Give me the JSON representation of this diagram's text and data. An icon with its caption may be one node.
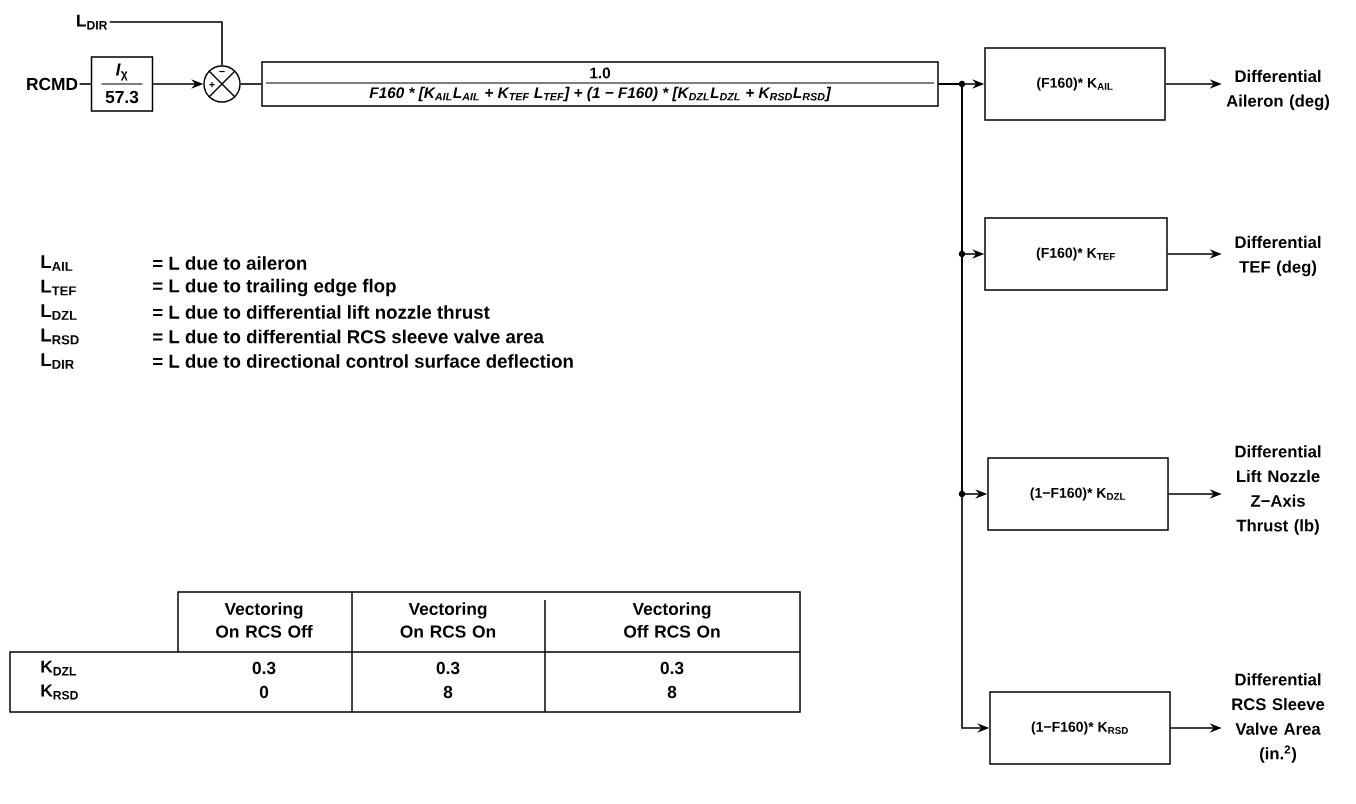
{
  "diagram": {
    "nodes": [
      {
        "text": [
          "RCMD"
        ]
      },
      {
        "text": [
          "*I*$_{χ}$",
          "57.3"
        ]
      },
      {
        "text": [
          "L$_{DIR}$"
        ]
      },
      {
        "text": [
          "+",
          "−"
        ]
      },
      {
        "text": [
          "1.0",
          "F160 * [K$_{AIL}$L$_{AIL}$ + K$_{TEF}$ L$_{TEF}$] + (1 − F160) * [K$_{DZL}$L$_{DZL}$ + K$_{RSD}$L$_{RSD}$]"
        ]
      },
      {
        "text": [
          "(F160)* K$_{AIL}$"
        ]
      },
      {
        "text": [
          "(F160)* K$_{TEF}$"
        ]
      },
      {
        "text": [
          "(1−F160)* K$_{DZL}$"
        ]
      },
      {
        "text": [
          "(1−F160)* K$_{RSD}$"
        ]
      },
      {
        "text": [
          "Differential Aileron (deg)"
        ]
      },
      {
        "text": [
          "Differential TEF (deg)"
        ]
      },
      {
        "text": [
          "Differential Lift Nozzle Z−Axis Thrust (lb)"
        ]
      },
      {
        "text": [
          "Differential RCS Sleeve Valve Area (in.$^{2}$)"
        ]
      }
    ],
    "edges": [
      {
        "from": 0,
        "to": 1,
        "arrow": "none"
      },
      {
        "from": 1,
        "to": 3,
        "arrow": "to"
      },
      {
        "from": 2,
        "to": 3,
        "arrow": "none"
      },
      {
        "from": 3,
        "to": 4,
        "arrow": "none"
      },
      {
        "from": 4,
        "to": 5,
        "arrow": "to"
      },
      {
        "from": 4,
        "to": 6,
        "arrow": "to"
      },
      {
        "from": 4,
        "to": 7,
        "arrow": "to"
      },
      {
        "from": 4,
        "to": 8,
        "arrow": "to"
      },
      {
        "from": 5,
        "to": 9,
        "arrow": "to"
      },
      {
        "from": 6,
        "to": 10,
        "arrow": "to"
      },
      {
        "from": 7,
        "to": 11,
        "arrow": "to"
      },
      {
        "from": 8,
        "to": 12,
        "arrow": "to"
      }
    ],
    "labels": [
      "L$_{AIL}$",
      "= L due to aileron",
      "L$_{TEF}$",
      "= L due to trailing edge flop",
      "L$_{DZL}$",
      "= L due to differential lift nozzle thrust",
      "L$_{RSD}$",
      "= L due to differential RCS sleeve valve area",
      "L$_{DIR}$",
      "= L due to directional control surface deflection",
      "Vectoring On RCS Off",
      "Vectoring On RCS On",
      "Vectoring Off RCS On",
      "K$_{DZL}$",
      "0.3",
      "0.3",
      "0.3",
      "K$_{RSD}$",
      "0",
      "8",
      "8"
    ]
  }
}
